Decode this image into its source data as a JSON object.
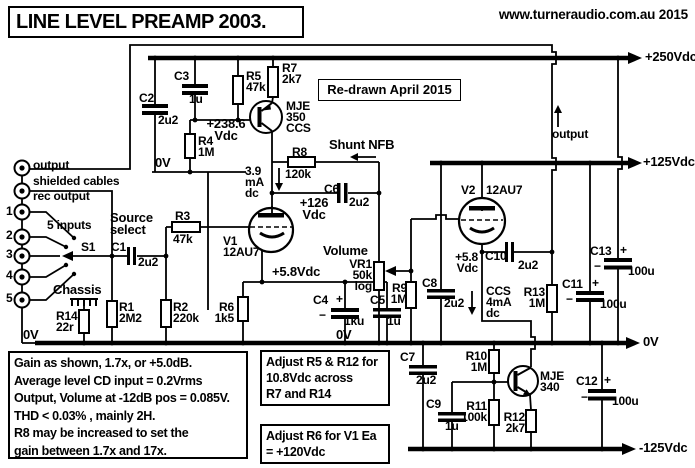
{
  "header": {
    "title": "LINE LEVEL PREAMP 2003.",
    "website": "www.turneraudio.com.au 2015",
    "redrawn": "Re-drawn April 2015"
  },
  "rails": {
    "p250": "+250Vdc",
    "p125": "+125Vdc",
    "zero": "0V",
    "m125": "-125Vdc"
  },
  "inputs": {
    "output": "output",
    "shielded": "shielded cables",
    "rec_output": "rec output",
    "numbers": [
      "1",
      "2",
      "3",
      "4",
      "5"
    ],
    "five_inputs": "5 inputs",
    "source_select": "Source\nselect",
    "s1": "S1",
    "chassis": "Chassis",
    "r14": "R14\n22r",
    "zero_left": "0V"
  },
  "stage1": {
    "c2": "C2",
    "c2_val": "2u2",
    "c3": "C3",
    "c3_val": "1u",
    "r4": "R4\n1M",
    "zero_mid_left": "0V",
    "r5": "R5\n47k",
    "r7": "R7\n2k7",
    "mje350": "MJE\n350\nCCS",
    "v_base": "+238.6\nVdc",
    "i_ccs": "3.9\nmA\ndc",
    "r8": "R8",
    "r8_val": "120k",
    "shunt_nfb": "Shunt NFB",
    "v_anode": "+126\nVdc",
    "c6": "C6",
    "c6_val": "2u2",
    "v1": "V1\n12AU7",
    "r3": "R3",
    "r3_val": "47k",
    "c1": "C1",
    "c1_val": "2u2",
    "r1": "R1\n2M2",
    "r2": "R2\n220k",
    "v_cathode": "+5.8Vdc",
    "r6": "R6\n1k5",
    "c4": "C4",
    "c4_plus": "+",
    "c4_minus": "−",
    "c4_val": "1ku",
    "c5": "C5",
    "c5_val": "1u",
    "zero_mid": "0V"
  },
  "volume": {
    "label": "Volume",
    "vr1": "VR1\n50k\nlog",
    "r9": "R9\n1M"
  },
  "stage2": {
    "v2": "V2",
    "v2_type": "12AU7",
    "v_cathode": "+5.8\nVdc",
    "c10": "C10",
    "c10_val": "2u2",
    "ccs": "CCS\n4mA\ndc",
    "c8": "C8",
    "c8_val": "2u2",
    "r13": "R13\n1M",
    "c11": "C11",
    "c11_plus": "+",
    "c11_minus": "−",
    "c11_val": "100u",
    "c13": "C13",
    "c13_plus": "+",
    "c13_minus": "−",
    "c13_val": "100u",
    "output": "output"
  },
  "ccs_lower": {
    "c7": "C7",
    "c7_val": "2u2",
    "c9": "C9",
    "c9_val": "1u",
    "r10": "R10\n1M",
    "r11": "R11\n100k",
    "mje340": "MJE\n340",
    "r12": "R12\n2k7",
    "c12": "C12",
    "c12_plus": "+",
    "c12_minus": "−",
    "c12_val": "100u"
  },
  "notes": {
    "gain_box": "Gain as shown, 1.7x, or +5.0dB.\nAverage level CD input = 0.2Vrms\nOutput, Volume at -12dB pos = 0.085V.\nTHD < 0.03% , mainly 2H.\nR8 may be increased to set the\ngain between 1.7x and 17x.",
    "adjust_r5_r12": "Adjust R5 & R12 for\n10.8Vdc across\nR7 and R14",
    "adjust_r6": "Adjust R6 for V1 Ea\n= +120Vdc"
  }
}
